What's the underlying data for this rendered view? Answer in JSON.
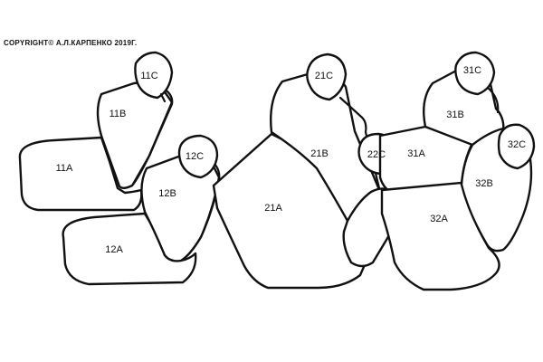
{
  "copyright": "COPYRIGHT© А.Л.КАРПЕНКО 2019Г.",
  "colors": {
    "line": "#111111",
    "background": "#ffffff"
  },
  "labels": {
    "s11A": "11A",
    "s11B": "11B",
    "s11C": "11C",
    "s12A": "12A",
    "s12B": "12B",
    "s12C": "12C",
    "s21A": "21A",
    "s21B": "21B",
    "s21C": "21C",
    "s22C": "22C",
    "s31A": "31A",
    "s31B": "31B",
    "s31C": "31C",
    "s32A": "32A",
    "s32B": "32B",
    "s32C": "32C"
  }
}
